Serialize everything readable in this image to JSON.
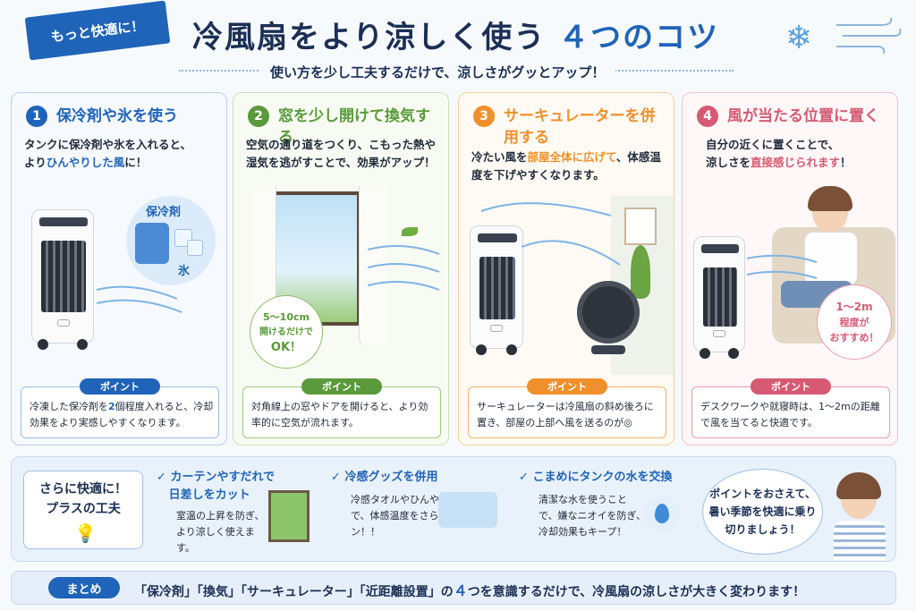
{
  "header": {
    "tag": "もっと快適に！",
    "title_main": "冷風扇をより涼しく使う",
    "title_accent": "４つのコツ",
    "subtitle": "使い方を少し工夫するだけで、涼しさがグッとアップ！",
    "snow_icon": "❄"
  },
  "colors": {
    "blue": "#1f64b8",
    "green": "#5a9a3a",
    "orange": "#f0902c",
    "pink": "#d65a72",
    "navy": "#1b2f55"
  },
  "cards": [
    {
      "num": "1",
      "title": "保冷剤や氷を使う",
      "desc_a": "タンクに保冷剤や氷を入れると、",
      "desc_b": "より",
      "desc_em": "ひんやりした風",
      "desc_c": "に！",
      "label_pack": "保冷剤",
      "label_ice": "氷",
      "point_label": "ポイント",
      "point_a": "冷凍した保冷剤を",
      "point_num": "2",
      "point_b": "個程度入れると、冷却効果をより実感しやすくなります。"
    },
    {
      "num": "2",
      "title": "窓を少し開けて換気する",
      "desc": "空気の通り道をつくり、こもった熱や湿気を逃がすことで、効果がアップ！",
      "badge_a": "5〜10cm",
      "badge_b": "開けるだけで",
      "badge_c": "OK！",
      "point_label": "ポイント",
      "point_text": "対角線上の窓やドアを開けると、より効率的に空気が流れます。"
    },
    {
      "num": "3",
      "title": "サーキュレーターを併用する",
      "desc_a": "冷たい風を",
      "desc_em": "部屋全体に広げて",
      "desc_b": "、体感温度を下げやすくなります。",
      "point_label": "ポイント",
      "point_text": "サーキュレーターは冷風扇の斜め後ろに置き、部屋の上部へ風を送るのが◎"
    },
    {
      "num": "4",
      "title": "風が当たる位置に置く",
      "desc_a": "自分の近くに置くことで、",
      "desc_b": "涼しさを",
      "desc_em": "直接感じられます",
      "desc_c": "！",
      "badge_a": "1〜2m",
      "badge_b": "程度が",
      "badge_c": "おすすめ！",
      "point_label": "ポイント",
      "point_text": "デスクワークや就寝時は、1〜2mの距離で風を当てると快適です。"
    }
  ],
  "extra": {
    "title_a": "さらに快適に！",
    "title_b": "プラスの工夫",
    "tips": [
      {
        "check": "✓",
        "title_a": "カーテンやすだれで",
        "title_b": "日差しをカット",
        "text": "室温の上昇を防ぎ、より涼しく使えます。"
      },
      {
        "check": "✓",
        "title": "冷感グッズを併用",
        "text": "冷感タオルやひんやりシーツで、体感温度をさらにダウン！！"
      },
      {
        "check": "✓",
        "title": "こまめにタンクの水を交換",
        "text": "清潔な水を使うことで、嫌なニオイを防ぎ、冷却効果もキープ！"
      }
    ],
    "bubble": "ポイントをおさえて、暑い季節を快適に乗り切りましょう！"
  },
  "summary": {
    "label": "まとめ",
    "text_a": "「保冷剤」「換気」「サーキュレーター」「近距離設置」の",
    "text_num": "４",
    "text_b": "つを意識するだけで、冷風扇の涼しさが大きく変わります！"
  }
}
